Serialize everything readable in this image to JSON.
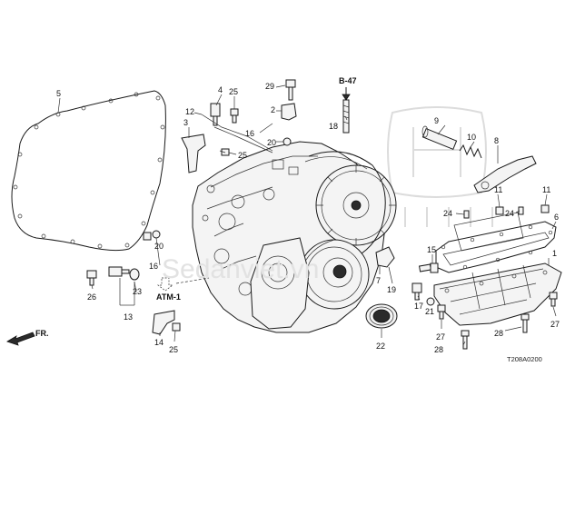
{
  "watermark": {
    "text": "Sedanviet.vn"
  },
  "references": {
    "b47": "B-47",
    "atm1": "ATM-1",
    "front": "FR."
  },
  "diagram_code": "T208A0200",
  "callouts": {
    "c1": "1",
    "c2": "2",
    "c3": "3",
    "c4": "4",
    "c5": "5",
    "c6": "6",
    "c7": "7",
    "c8": "8",
    "c9": "9",
    "c10": "10",
    "c11a": "11",
    "c11b": "11",
    "c12": "12",
    "c13": "13",
    "c14": "14",
    "c15": "15",
    "c16a": "16",
    "c16b": "16",
    "c17": "17",
    "c18": "18",
    "c19": "19",
    "c20a": "20",
    "c20b": "20",
    "c21": "21",
    "c22": "22",
    "c23": "23",
    "c24a": "24",
    "c24b": "24",
    "c25a": "25",
    "c25b": "25",
    "c25c": "25",
    "c26": "26",
    "c27a": "27",
    "c27b": "27",
    "c28a": "28",
    "c28b": "28",
    "c29": "29"
  }
}
